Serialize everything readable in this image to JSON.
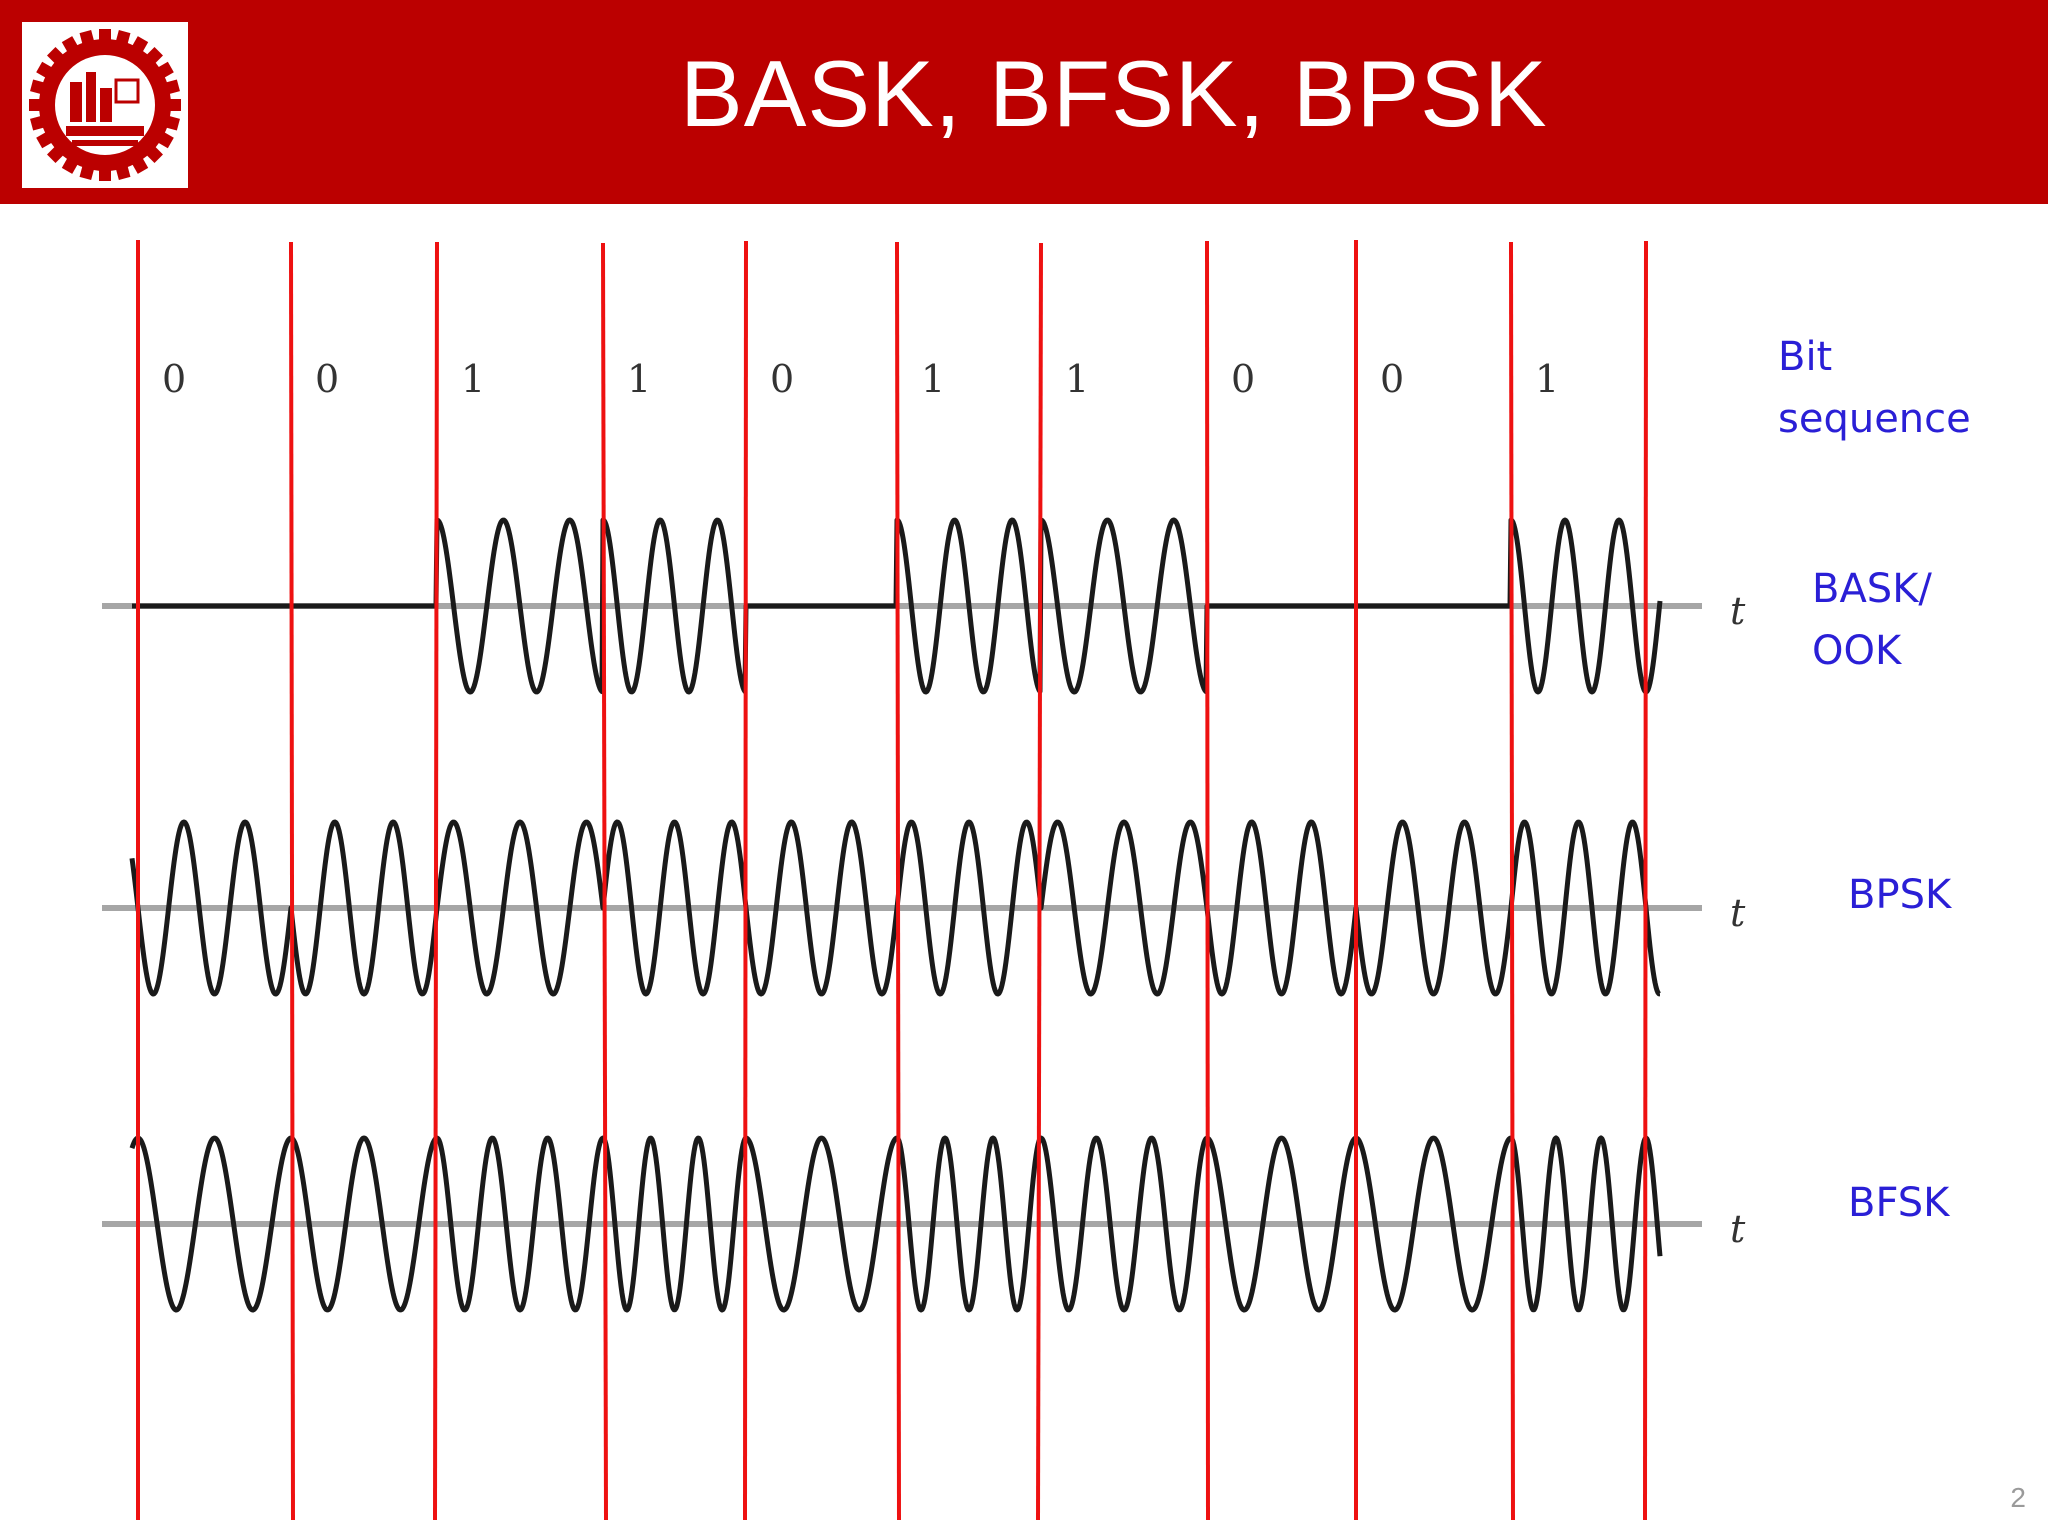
{
  "slide": {
    "title": "BASK, BFSK, BPSK",
    "page_number": "2"
  },
  "colors": {
    "header_red": "#bb0000",
    "boundary_red": "#ee1111",
    "label_blue": "#2a1fd6",
    "waveform": "#1a1a1a",
    "axis_gray": "#a6a6a6"
  },
  "logo": {
    "icon": "university-gear-seal-icon"
  },
  "bits": [
    "0",
    "0",
    "1",
    "1",
    "0",
    "1",
    "1",
    "0",
    "0",
    "1"
  ],
  "time_symbol": "t",
  "rows": [
    {
      "key": "bask",
      "label_lines": [
        "BASK/",
        "OOK"
      ]
    },
    {
      "key": "bpsk",
      "label_lines": [
        "BPSK"
      ]
    },
    {
      "key": "bfsk",
      "label_lines": [
        "BFSK"
      ]
    }
  ],
  "bit_label": {
    "lines": [
      "Bit",
      "sequence"
    ]
  },
  "modulation": {
    "bask_cycles_per_bit_for_1": 2.5,
    "bpsk_cycles_per_bit": 2.5,
    "bfsk_cycles_per_bit_for_0": 2,
    "bfsk_cycles_per_bit_for_1": 3
  }
}
